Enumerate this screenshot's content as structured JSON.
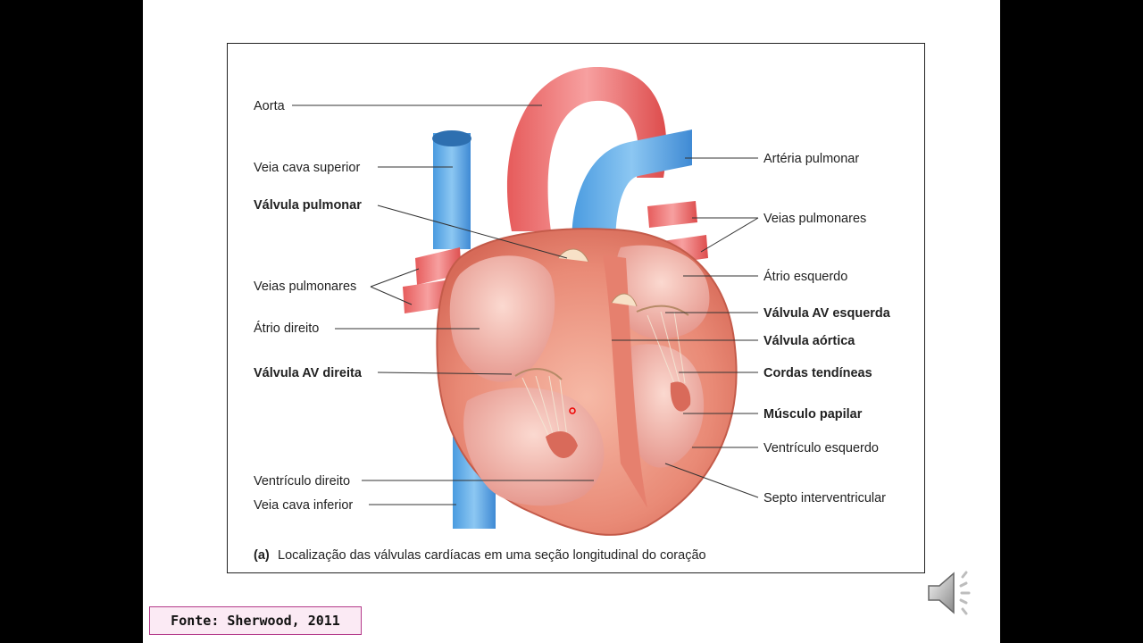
{
  "figure": {
    "labels_left": {
      "aorta": "Aorta",
      "veia_cava_superior": "Veia cava superior",
      "valvula_pulmonar": "Válvula pulmonar",
      "veias_pulmonares": "Veias pulmonares",
      "atrio_direito": "Átrio direito",
      "valvula_av_direita": "Válvula AV direita",
      "ventriculo_direito": "Ventrículo direito",
      "veia_cava_inferior": "Veia cava inferior"
    },
    "labels_right": {
      "arteria_pulmonar": "Artéria pulmonar",
      "veias_pulmonares": "Veias pulmonares",
      "atrio_esquerdo": "Átrio esquerdo",
      "valvula_av_esquerda": "Válvula AV esquerda",
      "valvula_aortica": "Válvula aórtica",
      "cordas_tendineas": "Cordas tendíneas",
      "musculo_papilar": "Músculo papilar",
      "ventriculo_esquerdo": "Ventrículo esquerdo",
      "septo_interventricular": "Septo interventricular"
    },
    "caption_letter": "(a)",
    "caption_text": "Localização das válvulas cardíacas em uma seção longitudinal do coração"
  },
  "source": "Fonte: Sherwood, 2011",
  "icons": {
    "audio": "speaker-icon"
  },
  "colors": {
    "frame": "#000000",
    "source_border": "#b43a8a",
    "source_bg": "#fbeaf4"
  }
}
